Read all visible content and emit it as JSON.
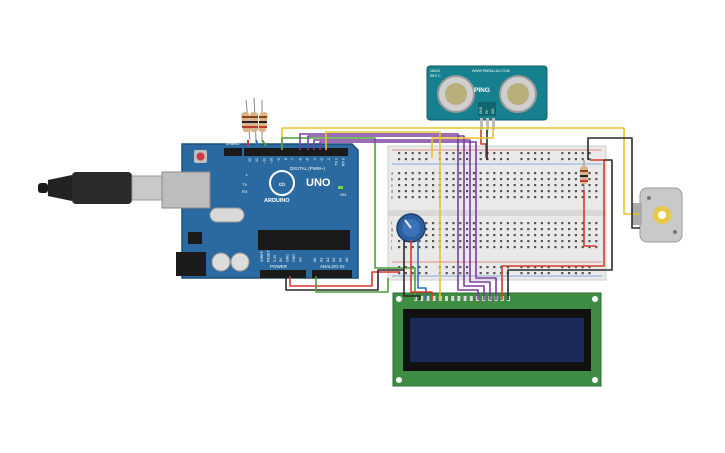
{
  "arduino": {
    "brand_text": "ARDUINO",
    "model_text": "UNO",
    "digital_header_text": "DIGITAL (PWM~)",
    "power_text": "POWER",
    "analog_text": "ANALOG IN",
    "aref_text": "AREF",
    "gnd_text": "GND",
    "tx_text": "TX",
    "rx_text": "RX",
    "l_text": "L",
    "on_text": "ON",
    "digital_pins": [
      "13",
      "12",
      "~11",
      "~10",
      "~9",
      "8",
      "7",
      "~6",
      "~5",
      "4",
      "~3",
      "2",
      "TX 1",
      "RX 0"
    ],
    "power_pins": [
      "IOREF",
      "RESET",
      "3.3V",
      "5V",
      "GND",
      "GND",
      "Vin"
    ],
    "analog_pins": [
      "A0",
      "A1",
      "A2",
      "A3",
      "A4",
      "A5"
    ]
  },
  "sensor": {
    "name_text": "PING",
    "maker_text": "WWW.PARALLAX.COM",
    "part_text": "28015",
    "rev_text": "REV C",
    "pins": [
      "GND",
      "5V",
      "SIG"
    ]
  },
  "breadboard": {
    "row_letters": [
      "a",
      "b",
      "c",
      "d",
      "e",
      "f",
      "g",
      "h",
      "i",
      "j"
    ]
  },
  "colors": {
    "board": "#2b6aa0",
    "board_dark": "#1f4f78",
    "breadboard": "#e9e9e9",
    "lcd_pcb": "#3f8c43",
    "lcd_screen": "#1c2a5a",
    "sensor_pcb": "#16808e",
    "wire_red": "#d63a2c",
    "wire_black": "#2a2a2a",
    "wire_yellow": "#e8c22a",
    "wire_green": "#4a9e3a",
    "wire_purple": "#7a3d9e",
    "wire_blue": "#2d6fc0"
  }
}
